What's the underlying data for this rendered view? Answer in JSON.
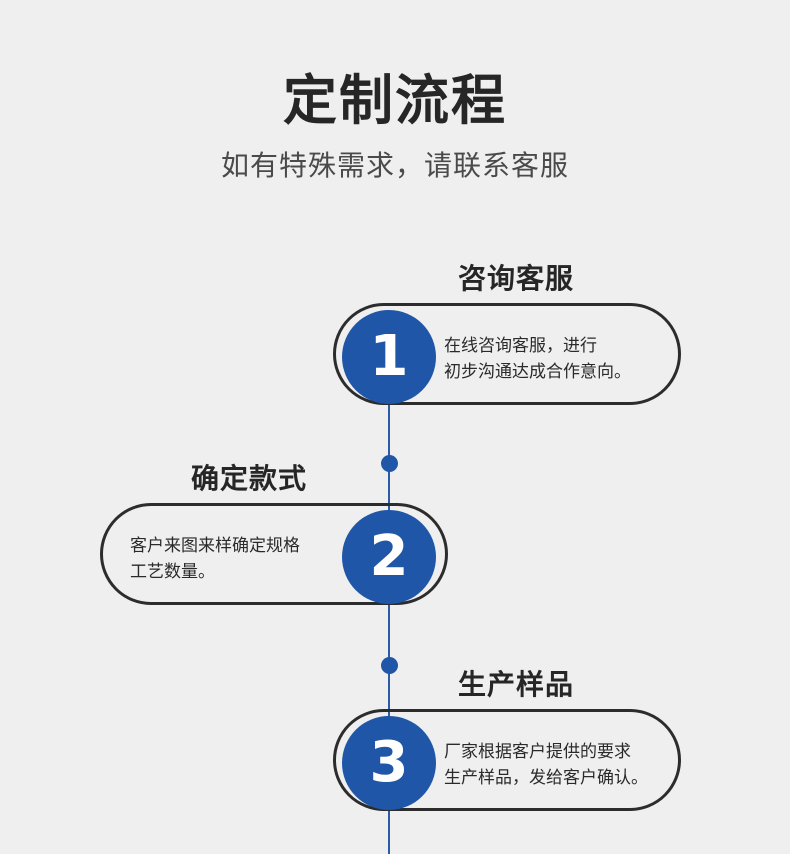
{
  "header": {
    "title": "定制流程",
    "subtitle": "如有特殊需求，请联系客服"
  },
  "steps": [
    {
      "number": "1",
      "title": "咨询客服",
      "desc_line1": "在线咨询客服，进行",
      "desc_line2": "初步沟通达成合作意向。"
    },
    {
      "number": "2",
      "title": "确定款式",
      "desc_line1": "客户来图来样确定规格",
      "desc_line2": "工艺数量。"
    },
    {
      "number": "3",
      "title": "生产样品",
      "desc_line1": "厂家根据客户提供的要求",
      "desc_line2": "生产样品，发给客户确认。"
    }
  ],
  "colors": {
    "accent": "#1f56a8",
    "background": "#efefef",
    "text": "#2a2a2a",
    "outline": "#2c2c2c"
  }
}
